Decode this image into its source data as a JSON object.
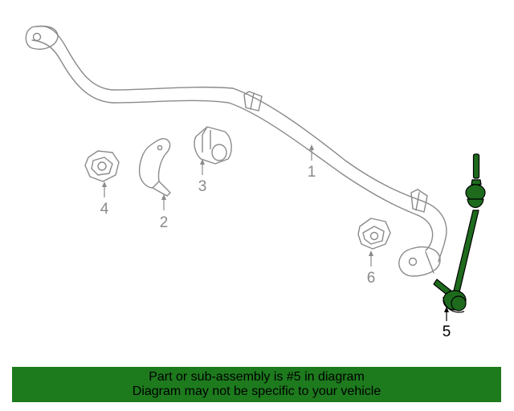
{
  "diagram": {
    "callouts": [
      {
        "id": "1",
        "label": "1",
        "highlighted": false
      },
      {
        "id": "2",
        "label": "2",
        "highlighted": false
      },
      {
        "id": "3",
        "label": "3",
        "highlighted": false
      },
      {
        "id": "4",
        "label": "4",
        "highlighted": false
      },
      {
        "id": "5",
        "label": "5",
        "highlighted": true
      },
      {
        "id": "6",
        "label": "6",
        "highlighted": false
      }
    ],
    "colors": {
      "outline": "#8a8a8a",
      "highlight_fill": "#1e6b1e",
      "highlight_stroke": "#000000",
      "banner_bg": "#1d7a1d"
    }
  },
  "banner": {
    "line1": "Part or sub-assembly is #5 in diagram",
    "line2": "Diagram may not be specific to your vehicle"
  }
}
